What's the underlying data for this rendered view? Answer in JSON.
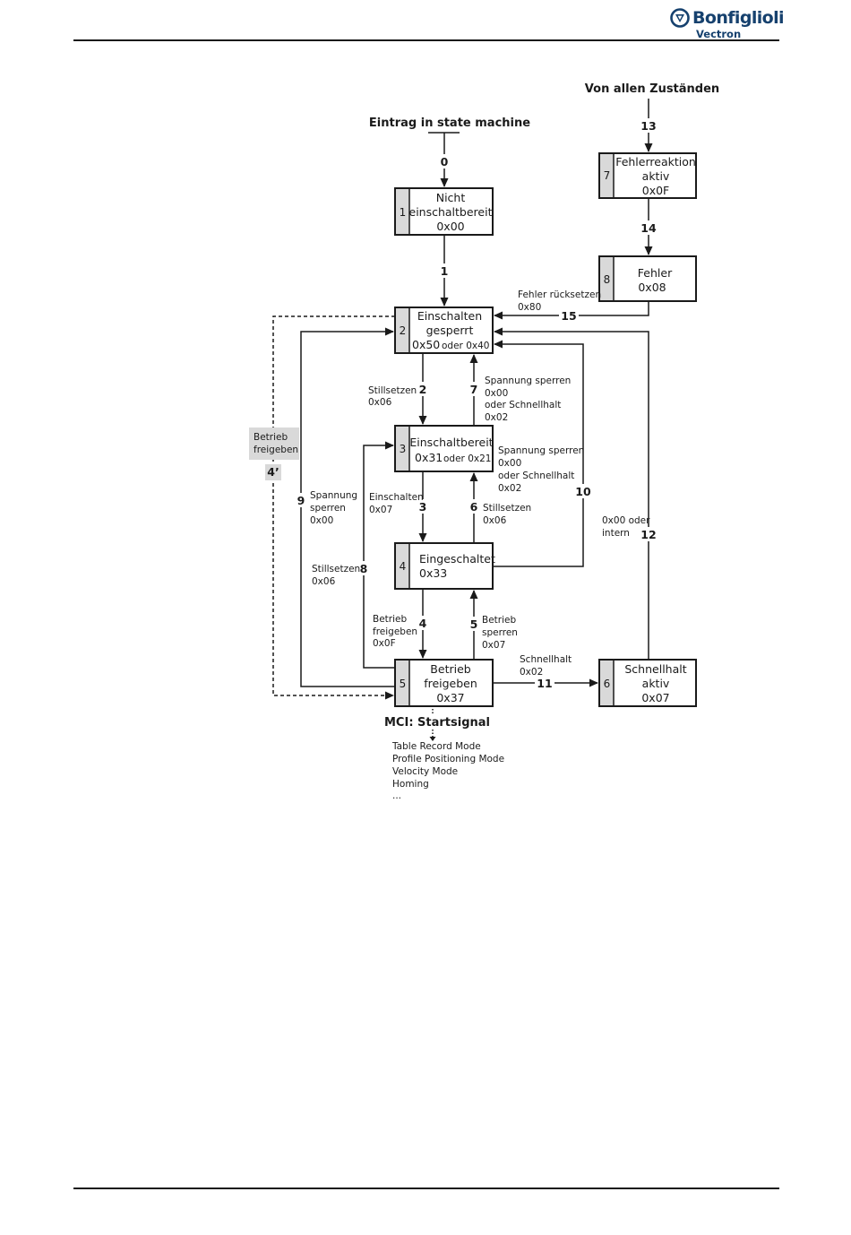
{
  "header": {
    "brand": "Bonfiglioli",
    "sub": "Vectron"
  },
  "diagram": {
    "entry_label": "Eintrag in state machine",
    "all_states_label": "Von allen Zuständen",
    "states": {
      "s1": {
        "index": "1",
        "line1": "Nicht",
        "line2": "einschaltbereit",
        "line3": "0x00"
      },
      "s2": {
        "index": "2",
        "line1": "Einschalten",
        "line2": "gesperrt",
        "line3a": "0x50",
        "line3b": "oder 0x40"
      },
      "s3": {
        "index": "3",
        "line1": "Einschaltbereit",
        "line2a": "0x31",
        "line2b": "oder 0x21"
      },
      "s4": {
        "index": "4",
        "line1": "Eingeschaltet",
        "line2": "0x33"
      },
      "s5": {
        "index": "5",
        "line1": "Betrieb",
        "line2": "freigeben",
        "line3": "0x37"
      },
      "s6": {
        "index": "6",
        "line1": "Schnellhalt",
        "line2": "aktiv",
        "line3": "0x07"
      },
      "s7": {
        "index": "7",
        "line1": "Fehlerreaktion",
        "line2": "aktiv",
        "line3": "0x0F"
      },
      "s8": {
        "index": "8",
        "line1": "Fehler",
        "line2": "0x08"
      }
    },
    "transitions": {
      "t0": "0",
      "t1": "1",
      "t2": {
        "num": "2",
        "l1": "Stillsetzen",
        "l2": "0x06"
      },
      "t3": {
        "num": "3",
        "l1": "Einschalten",
        "l2": "0x07"
      },
      "t4": {
        "num": "4",
        "l1": "Betrieb",
        "l2": "freigeben",
        "l3": "0x0F"
      },
      "t4p": {
        "num": "4’",
        "l1": "Betrieb",
        "l2": "freigeben"
      },
      "t5": {
        "num": "5",
        "l1": "Betrieb",
        "l2": "sperren",
        "l3": "0x07"
      },
      "t6": {
        "num": "6",
        "l1": "Stillsetzen",
        "l2": "0x06"
      },
      "t7": {
        "num": "7",
        "l1": "Spannung sperren",
        "l2": "0x00",
        "l3": "oder Schnellhalt",
        "l4": "0x02"
      },
      "t8": {
        "num": "8",
        "l1": "Stillsetzen",
        "l2": "0x06"
      },
      "t9": {
        "num": "9",
        "l1": "Spannung",
        "l2": "sperren",
        "l3": "0x00"
      },
      "t10": {
        "num": "10",
        "l1": "Spannung sperren",
        "l2": "0x00",
        "l3": "oder Schnellhalt",
        "l4": "0x02"
      },
      "t11": {
        "num": "11",
        "l1": "Schnellhalt",
        "l2": "0x02"
      },
      "t12": {
        "num": "12",
        "l1": "0x00 oder",
        "l2": "intern"
      },
      "t13": "13",
      "t14": "14",
      "t15": {
        "num": "15",
        "l1": "Fehler rücksetzen",
        "l2": "0x80"
      }
    },
    "mci": {
      "title": "MCI: Startsignal",
      "modes": [
        "Table Record Mode",
        "Profile Positioning Mode",
        "Velocity Mode",
        "Homing",
        "..."
      ]
    }
  },
  "colors": {
    "line": "#1a1a1a",
    "index_fill": "#d9d9d9",
    "brand": "#16416e"
  }
}
